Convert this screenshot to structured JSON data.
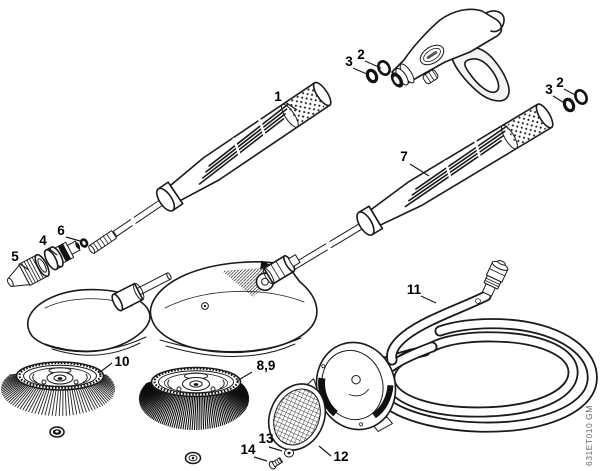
{
  "diagram": {
    "background_color": "#ffffff",
    "line_color": "#1a1a1a",
    "code_text_color": "#666666",
    "callouts": {
      "part1": "1",
      "part2_left": "2",
      "part3_left": "3",
      "part2_right": "2",
      "part3_right": "3",
      "part4": "4",
      "part5": "5",
      "part6": "6",
      "part7": "7",
      "part8_9": "8,9",
      "part10": "10",
      "part11": "11",
      "part12": "12",
      "part13": "13",
      "part14": "14"
    },
    "drawing_code": "631ET010 GM"
  }
}
